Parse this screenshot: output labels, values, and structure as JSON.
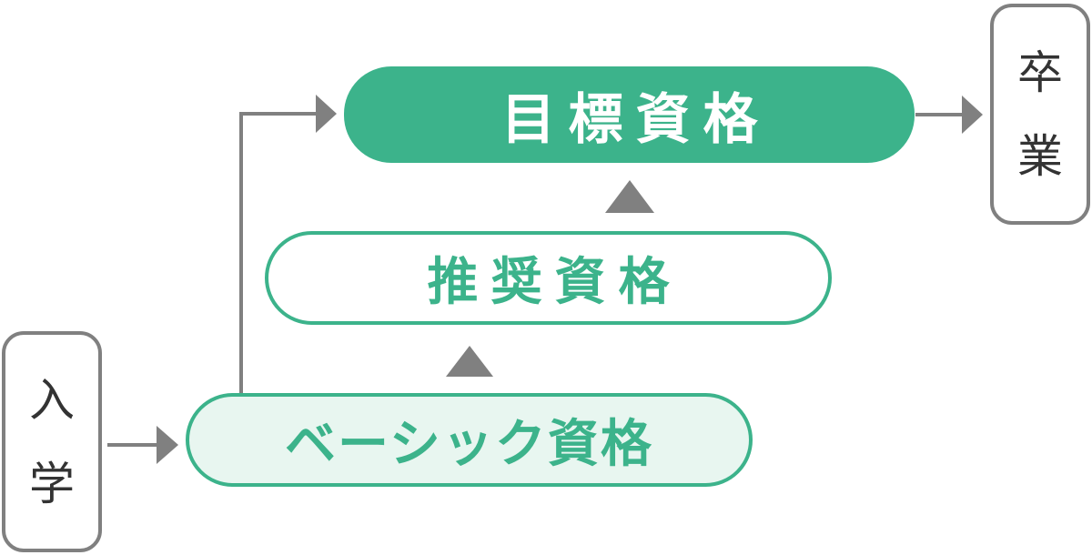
{
  "entry": {
    "chars": [
      "入",
      "学"
    ]
  },
  "graduation": {
    "chars": [
      "卒",
      "業"
    ]
  },
  "levels": {
    "target": "目標資格",
    "recommended": "推奨資格",
    "basic": "ベーシック資格"
  },
  "colors": {
    "green": "#3cb38b",
    "light_green_fill": "#e8f6f0",
    "gray": "#808080",
    "text_dark": "#333333",
    "white": "#ffffff"
  }
}
